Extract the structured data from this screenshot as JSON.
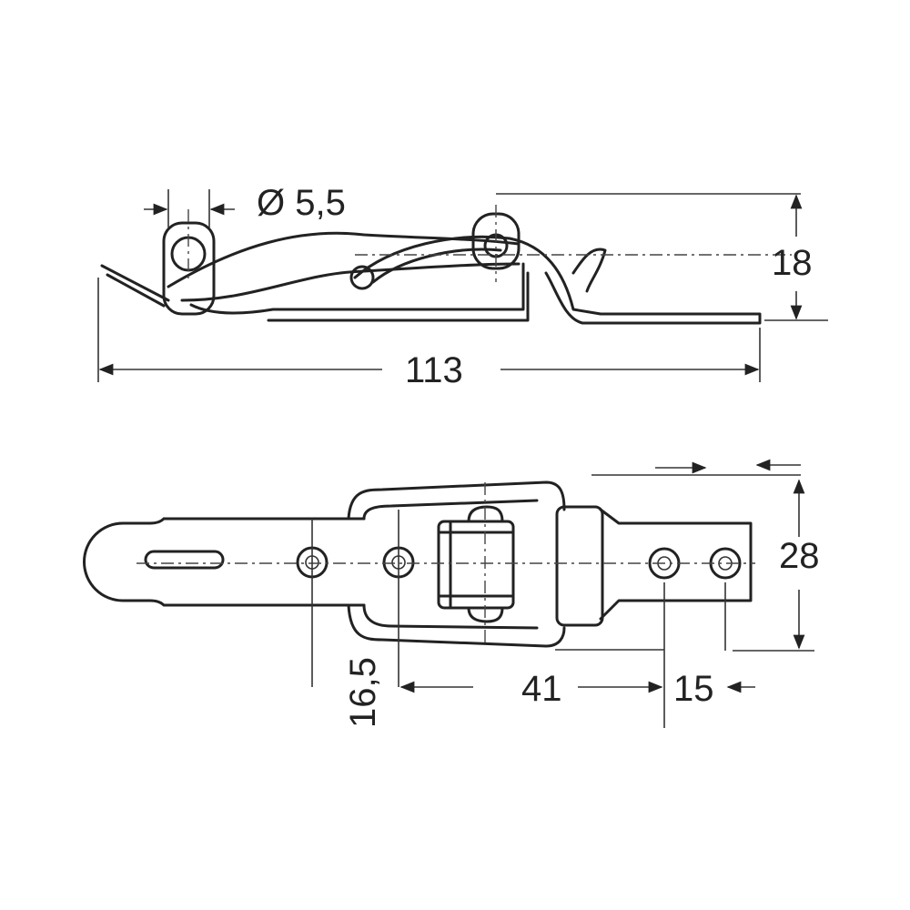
{
  "dimensions": {
    "hole_diameter": "Ø 5,5",
    "height": "18",
    "overall_length": "113",
    "width": "28",
    "offset": "16,5",
    "hole_spacing": "41",
    "end_hole_spacing": "15"
  }
}
